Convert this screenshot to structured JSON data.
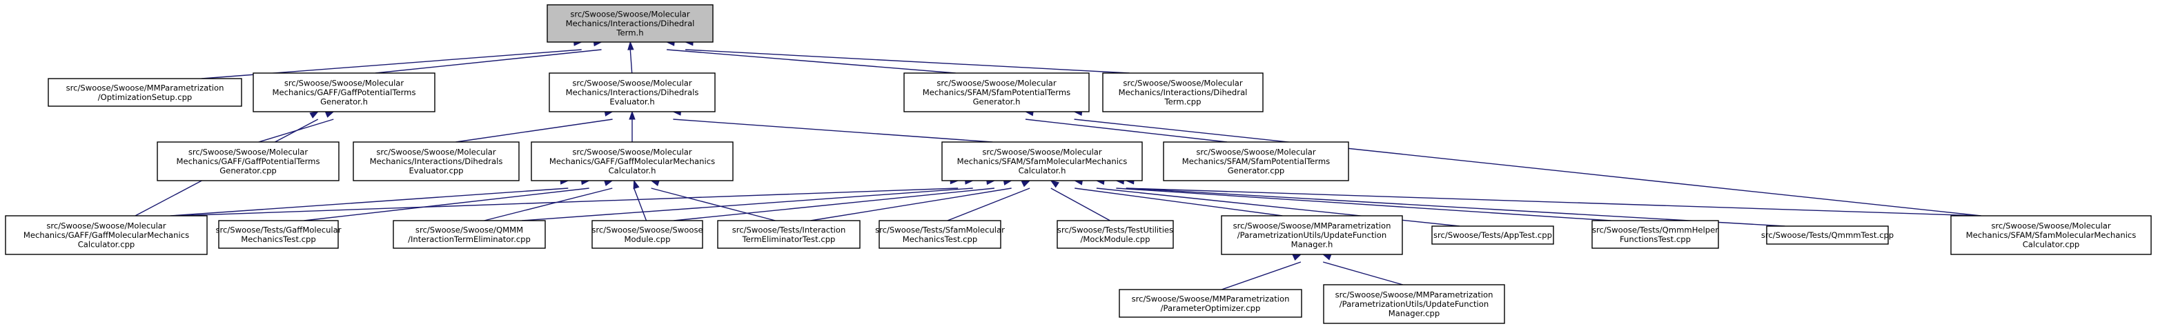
{
  "diagram": {
    "nodes": [
      {
        "id": "dihedral_term_h",
        "lines": [
          "src/Swoose/Swoose/Molecular",
          "Mechanics/Interactions/Dihedral",
          "Term.h"
        ],
        "root": true
      },
      {
        "id": "mm_opt_setup",
        "lines": [
          "src/Swoose/Swoose/MMParametrization",
          "/OptimizationSetup.cpp"
        ]
      },
      {
        "id": "gaff_pot_gen_h",
        "lines": [
          "src/Swoose/Swoose/Molecular",
          "Mechanics/GAFF/GaffPotentialTerms",
          "Generator.h"
        ]
      },
      {
        "id": "dihedrals_eval_h",
        "lines": [
          "src/Swoose/Swoose/Molecular",
          "Mechanics/Interactions/Dihedrals",
          "Evaluator.h"
        ]
      },
      {
        "id": "sfam_pot_gen_h",
        "lines": [
          "src/Swoose/Swoose/Molecular",
          "Mechanics/SFAM/SfamPotentialTerms",
          "Generator.h"
        ]
      },
      {
        "id": "dihedral_term_cpp",
        "lines": [
          "src/Swoose/Swoose/Molecular",
          "Mechanics/Interactions/Dihedral",
          "Term.cpp"
        ]
      },
      {
        "id": "gaff_pot_gen_cpp",
        "lines": [
          "src/Swoose/Swoose/Molecular",
          "Mechanics/GAFF/GaffPotentialTerms",
          "Generator.cpp"
        ]
      },
      {
        "id": "dihedrals_eval_cpp",
        "lines": [
          "src/Swoose/Swoose/Molecular",
          "Mechanics/Interactions/Dihedrals",
          "Evaluator.cpp"
        ]
      },
      {
        "id": "gaff_calc_h",
        "lines": [
          "src/Swoose/Swoose/Molecular",
          "Mechanics/GAFF/GaffMolecularMechanics",
          "Calculator.h"
        ]
      },
      {
        "id": "sfam_calc_h",
        "lines": [
          "src/Swoose/Swoose/Molecular",
          "Mechanics/SFAM/SfamMolecularMechanics",
          "Calculator.h"
        ]
      },
      {
        "id": "sfam_pot_gen_cpp",
        "lines": [
          "src/Swoose/Swoose/Molecular",
          "Mechanics/SFAM/SfamPotentialTerms",
          "Generator.cpp"
        ]
      },
      {
        "id": "gaff_calc_cpp",
        "lines": [
          "src/Swoose/Swoose/Molecular",
          "Mechanics/GAFF/GaffMolecularMechanics",
          "Calculator.cpp"
        ]
      },
      {
        "id": "gaff_mm_test",
        "lines": [
          "src/Swoose/Tests/GaffMolecular",
          "MechanicsTest.cpp"
        ]
      },
      {
        "id": "qmmm_int_term_elim",
        "lines": [
          "src/Swoose/Swoose/QMMM",
          "/InteractionTermEliminator.cpp"
        ]
      },
      {
        "id": "swoose_module",
        "lines": [
          "src/Swoose/Swoose/Swoose",
          "Module.cpp"
        ]
      },
      {
        "id": "int_term_elim_test",
        "lines": [
          "src/Swoose/Tests/Interaction",
          "TermEliminatorTest.cpp"
        ]
      },
      {
        "id": "sfam_mm_test",
        "lines": [
          "src/Swoose/Tests/SfamMolecular",
          "MechanicsTest.cpp"
        ]
      },
      {
        "id": "mock_module",
        "lines": [
          "src/Swoose/Tests/TestUtilities",
          "/MockModule.cpp"
        ]
      },
      {
        "id": "update_fn_mgr_h",
        "lines": [
          "src/Swoose/Swoose/MMParametrization",
          "/ParametrizationUtils/UpdateFunction",
          "Manager.h"
        ]
      },
      {
        "id": "app_test",
        "lines": [
          "src/Swoose/Tests/AppTest.cpp"
        ]
      },
      {
        "id": "qmmm_helper_test",
        "lines": [
          "src/Swoose/Tests/QmmmHelper",
          "FunctionsTest.cpp"
        ]
      },
      {
        "id": "qmmm_test",
        "lines": [
          "src/Swoose/Tests/QmmmTest.cpp"
        ]
      },
      {
        "id": "sfam_calc_cpp",
        "lines": [
          "src/Swoose/Swoose/Molecular",
          "Mechanics/SFAM/SfamMolecularMechanics",
          "Calculator.cpp"
        ]
      },
      {
        "id": "param_optimizer",
        "lines": [
          "src/Swoose/Swoose/MMParametrization",
          "/ParameterOptimizer.cpp"
        ]
      },
      {
        "id": "update_fn_mgr_cpp",
        "lines": [
          "src/Swoose/Swoose/MMParametrization",
          "/ParametrizationUtils/UpdateFunction",
          "Manager.cpp"
        ]
      }
    ],
    "edges": [
      [
        "dihedral_term_h",
        "mm_opt_setup"
      ],
      [
        "dihedral_term_h",
        "gaff_pot_gen_h"
      ],
      [
        "dihedral_term_h",
        "dihedrals_eval_h"
      ],
      [
        "dihedral_term_h",
        "sfam_pot_gen_h"
      ],
      [
        "dihedral_term_h",
        "dihedral_term_cpp"
      ],
      [
        "gaff_pot_gen_h",
        "gaff_pot_gen_cpp"
      ],
      [
        "gaff_pot_gen_h",
        "gaff_calc_cpp"
      ],
      [
        "dihedrals_eval_h",
        "dihedrals_eval_cpp"
      ],
      [
        "dihedrals_eval_h",
        "gaff_calc_h"
      ],
      [
        "dihedrals_eval_h",
        "sfam_calc_h"
      ],
      [
        "sfam_pot_gen_h",
        "sfam_pot_gen_cpp"
      ],
      [
        "sfam_pot_gen_h",
        "sfam_calc_cpp"
      ],
      [
        "gaff_calc_h",
        "gaff_calc_cpp"
      ],
      [
        "gaff_calc_h",
        "gaff_mm_test"
      ],
      [
        "gaff_calc_h",
        "qmmm_int_term_elim"
      ],
      [
        "gaff_calc_h",
        "swoose_module"
      ],
      [
        "gaff_calc_h",
        "int_term_elim_test"
      ],
      [
        "sfam_calc_h",
        "gaff_calc_cpp"
      ],
      [
        "sfam_calc_h",
        "qmmm_int_term_elim"
      ],
      [
        "sfam_calc_h",
        "swoose_module"
      ],
      [
        "sfam_calc_h",
        "int_term_elim_test"
      ],
      [
        "sfam_calc_h",
        "sfam_mm_test"
      ],
      [
        "sfam_calc_h",
        "mock_module"
      ],
      [
        "sfam_calc_h",
        "update_fn_mgr_h"
      ],
      [
        "sfam_calc_h",
        "app_test"
      ],
      [
        "sfam_calc_h",
        "qmmm_helper_test"
      ],
      [
        "sfam_calc_h",
        "qmmm_test"
      ],
      [
        "sfam_calc_h",
        "sfam_calc_cpp"
      ],
      [
        "update_fn_mgr_h",
        "param_optimizer"
      ],
      [
        "update_fn_mgr_h",
        "update_fn_mgr_cpp"
      ]
    ]
  }
}
